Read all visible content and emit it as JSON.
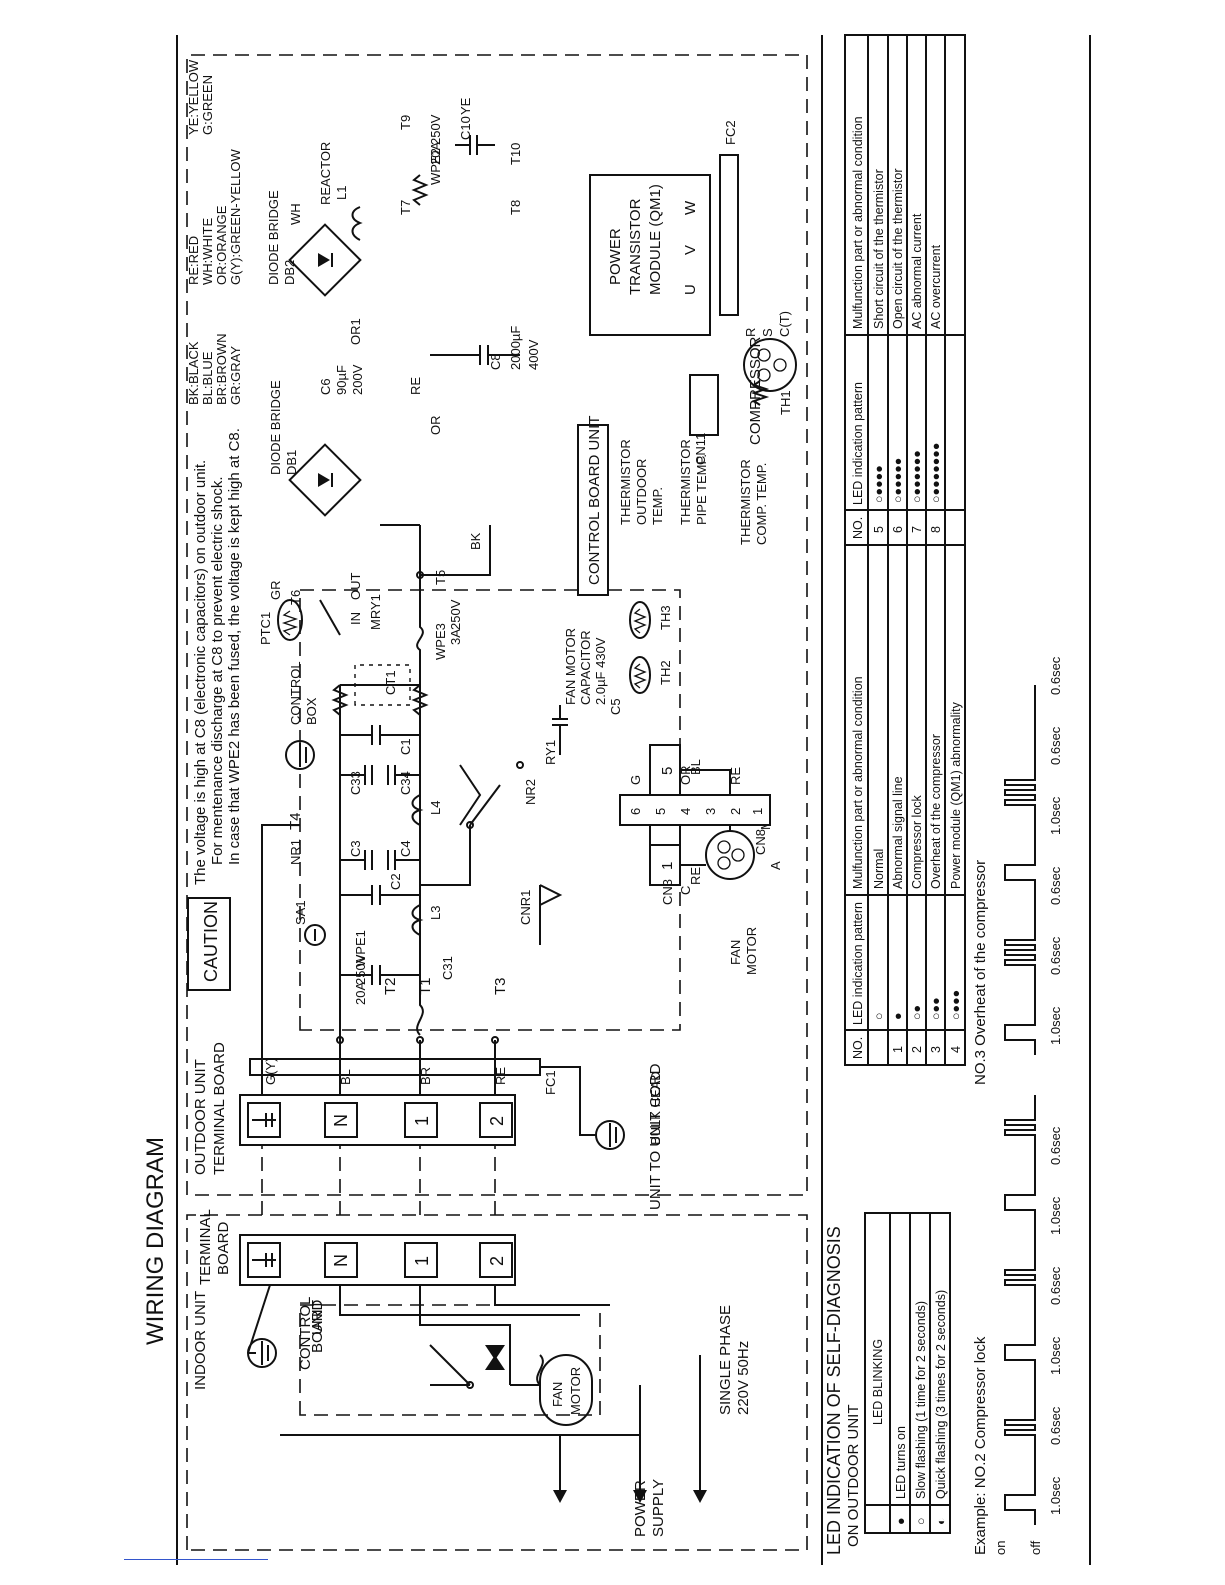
{
  "title": "WIRING DIAGRAM",
  "caution": {
    "tag": "CAUTION",
    "lines": [
      "The voltage is high at C8 (electronic capacitors) on outdoor unit.",
      "For mentenance discharge at C8 to prevent electric shock.",
      "In case that WPE2 has been fused, the voltage is kept high at C8."
    ]
  },
  "color_legend": [
    [
      "BK:BLACK",
      "RE:RED",
      "YE:YELLOW"
    ],
    [
      "BL:BLUE",
      "WH:WHITE",
      "G:GREEN"
    ],
    [
      "BR:BROWN",
      "OR:ORANGE",
      ""
    ],
    [
      "GR:GRAY",
      "G(Y):GREEN-YELLOW",
      ""
    ]
  ],
  "indoor": {
    "unit_label": "INDOOR UNIT",
    "terminal_board": [
      "TERMINAL",
      "BOARD"
    ],
    "control_board": [
      "CONTROL",
      "BOARD",
      "UNIT"
    ],
    "fan_motor": [
      "FAN",
      "MOTOR"
    ],
    "power_supply": [
      "POWER",
      "SUPPLY"
    ],
    "single_phase": [
      "SINGLE PHASE",
      "220V 50Hz"
    ],
    "terminals": [
      "N",
      "1",
      "2"
    ]
  },
  "cord_label": "UNIT TO UNIT CORD",
  "outdoor": {
    "unit_label": [
      "OUTDOOR UNIT",
      "TERMINAL BOARD"
    ],
    "terminals": [
      "N",
      "1",
      "2"
    ],
    "bulk_head": "BULK HEAD",
    "wire_gy": "G(Y)",
    "wire_bl": "BL",
    "wire_br": "BR",
    "wire_re": "RE",
    "fc1": "FC1",
    "t1": "T1",
    "t2": "T2",
    "t3": "T3",
    "t4": "T4",
    "t5": "T5",
    "t6": "T6",
    "wpe1": [
      "20A",
      "250V",
      "WPE1"
    ],
    "wpe3": [
      "WPE3",
      "3A",
      "250V"
    ],
    "sa1": "SA1",
    "nr1": "NR1",
    "nr2": "NR2",
    "caps": [
      "C31",
      "C2",
      "C3",
      "C4",
      "C33",
      "C34",
      "C1"
    ],
    "inductors": [
      "L3",
      "L4"
    ],
    "ct1": "CT1",
    "control_box": [
      "CONTROL",
      "BOX"
    ],
    "ptc1": "PTC1",
    "mry1": "MRY1",
    "in_lbl": "IN",
    "out_lbl": "OUT",
    "gr": "GR",
    "ry1": "RY1",
    "cnr1": "CNR1",
    "cn3": "CN3",
    "cn3_pins": [
      "1",
      "3",
      "5"
    ],
    "fan_cap": [
      "FAN MOTOR",
      "CAPACITOR",
      "2.0µF 430V",
      "C5"
    ],
    "fan_motor": [
      "FAN",
      "MOTOR"
    ],
    "motor_pins": [
      "C",
      "RE",
      "BK",
      "BL",
      "M",
      "A"
    ],
    "control_board": "CONTROL BOARD UNIT",
    "db1": [
      "DIODE BRIDGE",
      "DB1"
    ],
    "db2": [
      "DIODE BRIDGE",
      "DB2"
    ],
    "c6": [
      "C6",
      "90µF",
      "200V"
    ],
    "c8": [
      "C8",
      "2000µF",
      "400V"
    ],
    "or_lbl": "OR",
    "bk_lbl": "BK",
    "re_lbl": "RE",
    "wh_lbl": "WH",
    "ye_lbl": "YE",
    "or1": "OR1",
    "reactor": [
      "REACTOR",
      "L1"
    ],
    "wpe2": [
      "WPE2",
      "20A",
      "250V"
    ],
    "t7": "T7",
    "t8": "T8",
    "t9": "T9",
    "t10": "T10",
    "c10": "C10",
    "power_module": [
      "POWER",
      "TRANSISTOR",
      "MODULE (QM1)"
    ],
    "uvw": [
      "U",
      "V",
      "W"
    ],
    "fc2": "FC2",
    "cn11": "CN11",
    "compressor": "COMPRESSOR",
    "rsc": [
      "R",
      "S",
      "C(T)"
    ],
    "th1": "TH1",
    "thermistor_comp": [
      "THERMISTOR",
      "COMP. TEMP."
    ],
    "thermistor_outdoor": [
      "THERMISTOR",
      "OUTDOOR",
      "TEMP."
    ],
    "thermistor_pipe": [
      "THERMISTOR",
      "PIPE TEMP."
    ],
    "th2": "TH2",
    "th3": "TH3",
    "cn8": "CN8",
    "cn8_pins": [
      "6",
      "5",
      "4",
      "3",
      "2",
      "1"
    ],
    "cn8_wires": [
      "G",
      "OR",
      "RE"
    ]
  },
  "led": {
    "heading": "LED INDICATION OF SELF-DIAGNOSIS",
    "subheading": "ON OUTDOOR UNIT",
    "blink_header": "LED BLINKING",
    "blink_rows": [
      "LED turns on",
      "Slow flashing (1 time for 2 seconds)",
      "Quick flashing (3 times for 2 seconds)"
    ],
    "table_headers": [
      "NO.",
      "LED indication pattern",
      "Mulfunction part or abnormal condition"
    ],
    "rows_left": [
      {
        "no": "",
        "pattern": "○",
        "condition": "Normal"
      },
      {
        "no": "1",
        "pattern": "●",
        "condition": "Abnormal signal line"
      },
      {
        "no": "2",
        "pattern": "○●",
        "condition": "Compressor lock"
      },
      {
        "no": "3",
        "pattern": "○●●",
        "condition": "Overheat of the compressor"
      },
      {
        "no": "4",
        "pattern": "○●●●",
        "condition": "Power module (QM1) abnormality"
      }
    ],
    "rows_right": [
      {
        "no": "5",
        "pattern": "○●●●●",
        "condition": "Short circuit of the thermistor"
      },
      {
        "no": "6",
        "pattern": "○●●●●●",
        "condition": "Open circuit of the thermistor"
      },
      {
        "no": "7",
        "pattern": "○●●●●●●",
        "condition": "AC abnormal current"
      },
      {
        "no": "8",
        "pattern": "○●●●●●●●",
        "condition": "AC overcurrent"
      }
    ],
    "example2": "Example: NO.2  Compressor lock",
    "example3": "NO.3  Overheat of the compressor",
    "on": "on",
    "off": "off",
    "timing2": [
      "1.0sec",
      "0.6sec",
      "1.0sec",
      "0.6sec",
      "1.0sec",
      "0.6sec"
    ],
    "timing3": [
      "1.0sec",
      "0.6sec",
      "0.6sec",
      "1.0sec",
      "0.6sec",
      "0.6sec"
    ]
  }
}
